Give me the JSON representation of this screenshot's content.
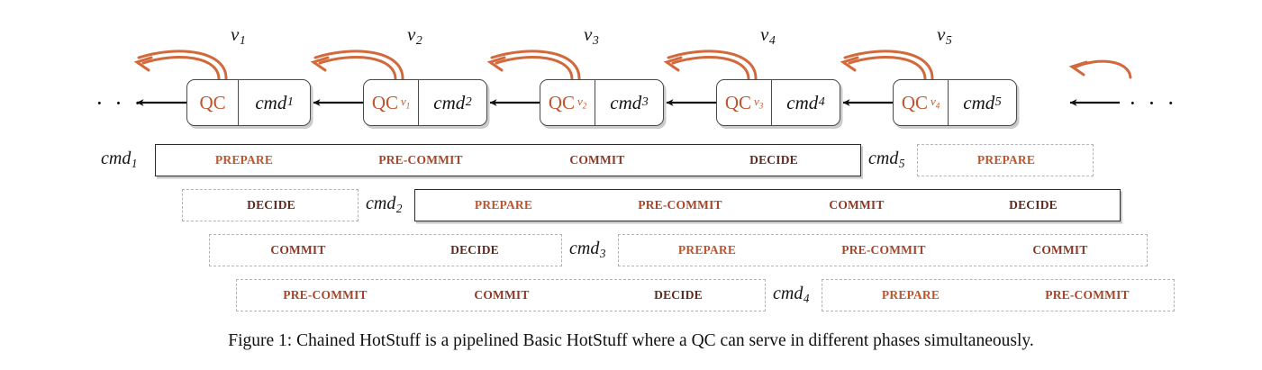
{
  "figure": {
    "caption": "Figure 1: Chained HotStuff is a pipelined Basic HotStuff where a QC can serve in different phases simultaneously.",
    "colors": {
      "qc_orange": "#C0542B",
      "phase_prepare": "#C0542B",
      "phase_pre_commit": "#A5462A",
      "phase_commit": "#8A3A27",
      "phase_decide": "#5C2A1E",
      "arrow_orange": "#D2693C",
      "box_border": "#4a4a4a",
      "dashed_border": "#b4b4b4",
      "text_black": "#141414"
    }
  },
  "chain": {
    "left_ellipsis": "· · ·",
    "right_ellipsis": "· · ·",
    "view_labels": [
      {
        "base": "v",
        "sub": "1"
      },
      {
        "base": "v",
        "sub": "2"
      },
      {
        "base": "v",
        "sub": "3"
      },
      {
        "base": "v",
        "sub": "4"
      },
      {
        "base": "v",
        "sub": "5"
      }
    ],
    "nodes": [
      {
        "qc": "QC",
        "qc_sub": "",
        "cmd": "cmd",
        "cmd_sub": "1"
      },
      {
        "qc": "QC",
        "qc_sub": "v1",
        "cmd": "cmd",
        "cmd_sub": "2"
      },
      {
        "qc": "QC",
        "qc_sub": "v2",
        "cmd": "cmd",
        "cmd_sub": "3"
      },
      {
        "qc": "QC",
        "qc_sub": "v3",
        "cmd": "cmd",
        "cmd_sub": "4"
      },
      {
        "qc": "QC",
        "qc_sub": "v4",
        "cmd": "cmd",
        "cmd_sub": "5"
      }
    ]
  },
  "phases": {
    "names": [
      "PREPARE",
      "PRE-COMMIT",
      "COMMIT",
      "DECIDE"
    ],
    "rows": [
      {
        "id": "row-1",
        "left_tag": {
          "base": "cmd",
          "sub": "1"
        },
        "mid_tag": {
          "base": "cmd",
          "sub": "5"
        },
        "segments": [
          {
            "style": "solid",
            "labels": [
              "PREPARE",
              "PRE-COMMIT",
              "COMMIT",
              "DECIDE"
            ]
          },
          {
            "style": "dashed",
            "labels": [
              "PREPARE"
            ]
          }
        ]
      },
      {
        "id": "row-2",
        "left_tag": null,
        "mid_tag": {
          "base": "cmd",
          "sub": "2"
        },
        "segments": [
          {
            "style": "dashed",
            "labels": [
              "DECIDE"
            ]
          },
          {
            "style": "solid",
            "labels": [
              "PREPARE",
              "PRE-COMMIT",
              "COMMIT",
              "DECIDE"
            ]
          }
        ]
      },
      {
        "id": "row-3",
        "left_tag": null,
        "mid_tag": {
          "base": "cmd",
          "sub": "3"
        },
        "segments": [
          {
            "style": "dashed",
            "labels": [
              "COMMIT",
              "DECIDE"
            ]
          },
          {
            "style": "dashed",
            "labels": [
              "PREPARE",
              "PRE-COMMIT",
              "COMMIT"
            ]
          }
        ]
      },
      {
        "id": "row-4",
        "left_tag": null,
        "mid_tag": {
          "base": "cmd",
          "sub": "4"
        },
        "segments": [
          {
            "style": "dashed",
            "labels": [
              "PRE-COMMIT",
              "COMMIT",
              "DECIDE"
            ]
          },
          {
            "style": "dashed",
            "labels": [
              "PREPARE",
              "PRE-COMMIT"
            ]
          }
        ]
      }
    ]
  }
}
